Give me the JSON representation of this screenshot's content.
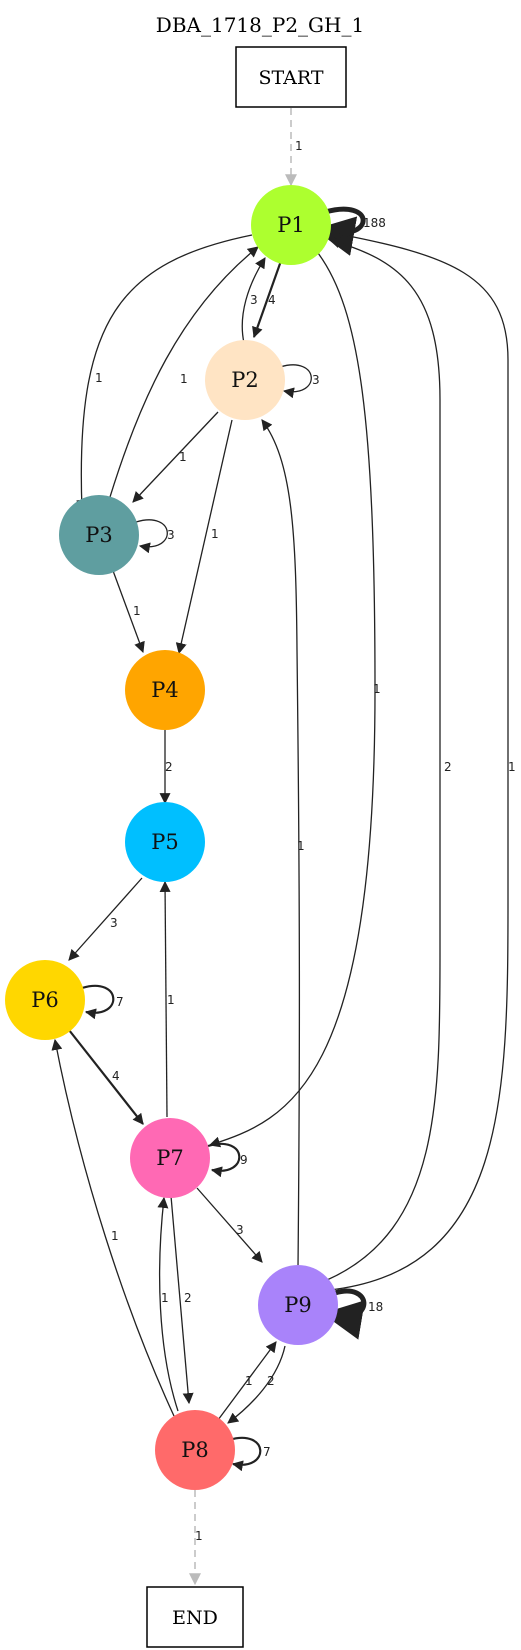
{
  "title": "DBA_1718_P2_GH_1",
  "terminals": {
    "start": "START",
    "end": "END"
  },
  "nodes": [
    {
      "id": "P1",
      "label": "P1",
      "color": "#adff2f"
    },
    {
      "id": "P2",
      "label": "P2",
      "color": "#ffe4c4"
    },
    {
      "id": "P3",
      "label": "P3",
      "color": "#5f9ea0"
    },
    {
      "id": "P4",
      "label": "P4",
      "color": "#ffa500"
    },
    {
      "id": "P5",
      "label": "P5",
      "color": "#00bfff"
    },
    {
      "id": "P6",
      "label": "P6",
      "color": "#ffd700"
    },
    {
      "id": "P7",
      "label": "P7",
      "color": "#ff69b4"
    },
    {
      "id": "P8",
      "label": "P8",
      "color": "#ff6a6a"
    },
    {
      "id": "P9",
      "label": "P9",
      "color": "#a983fa"
    }
  ],
  "edges": [
    {
      "from": "START",
      "to": "P1",
      "label": "1"
    },
    {
      "from": "P1",
      "to": "P1",
      "label": "188"
    },
    {
      "from": "P1",
      "to": "P2",
      "label": "4"
    },
    {
      "from": "P2",
      "to": "P1",
      "label": "3"
    },
    {
      "from": "P1",
      "to": "P3",
      "label": "1"
    },
    {
      "from": "P3",
      "to": "P1",
      "label": "1"
    },
    {
      "from": "P1",
      "to": "P7",
      "label": "1"
    },
    {
      "from": "P2",
      "to": "P2",
      "label": "3"
    },
    {
      "from": "P2",
      "to": "P3",
      "label": "1"
    },
    {
      "from": "P2",
      "to": "P4",
      "label": "1"
    },
    {
      "from": "P3",
      "to": "P3",
      "label": "3"
    },
    {
      "from": "P3",
      "to": "P4",
      "label": "1"
    },
    {
      "from": "P4",
      "to": "P5",
      "label": "2"
    },
    {
      "from": "P5",
      "to": "P6",
      "label": "3"
    },
    {
      "from": "P6",
      "to": "P6",
      "label": "7"
    },
    {
      "from": "P6",
      "to": "P7",
      "label": "4"
    },
    {
      "from": "P7",
      "to": "P5",
      "label": "1"
    },
    {
      "from": "P7",
      "to": "P7",
      "label": "9"
    },
    {
      "from": "P7",
      "to": "P9",
      "label": "3"
    },
    {
      "from": "P7",
      "to": "P8",
      "label": "2"
    },
    {
      "from": "P8",
      "to": "P7",
      "label": "1"
    },
    {
      "from": "P8",
      "to": "P6",
      "label": "1"
    },
    {
      "from": "P8",
      "to": "P8",
      "label": "7"
    },
    {
      "from": "P8",
      "to": "P9",
      "label": "1"
    },
    {
      "from": "P9",
      "to": "P8",
      "label": "2"
    },
    {
      "from": "P9",
      "to": "P9",
      "label": "18"
    },
    {
      "from": "P9",
      "to": "P2",
      "label": "1"
    },
    {
      "from": "P9",
      "to": "P1",
      "label": "2"
    },
    {
      "from": "P9",
      "to": "P1",
      "label": "1"
    },
    {
      "from": "P8",
      "to": "END",
      "label": "1"
    }
  ]
}
